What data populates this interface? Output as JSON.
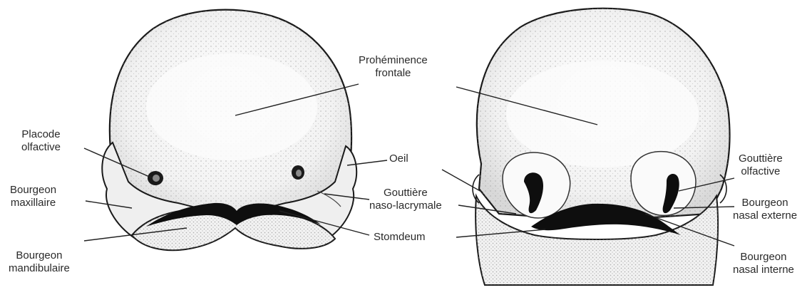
{
  "labels": {
    "frontal": {
      "l1": "Prohéminence",
      "l2": "frontale"
    },
    "placode": {
      "l1": "Placode",
      "l2": "olfactive"
    },
    "maxillaire": {
      "l1": "Bourgeon",
      "l2": "maxillaire"
    },
    "mandibulaire": {
      "l1": "Bourgeon",
      "l2": "mandibulaire"
    },
    "oeil": "Oeil",
    "naso": {
      "l1": "Gouttière",
      "l2": "naso-lacrymale"
    },
    "stomdeum": "Stomdeum",
    "gouttiere_olf": {
      "l1": "Gouttière",
      "l2": "olfactive"
    },
    "nasal_externe": {
      "l1": "Bourgeon",
      "l2": "nasal externe"
    },
    "nasal_interne": {
      "l1": "Bourgeon",
      "l2": "nasal interne"
    }
  },
  "colors": {
    "ink": "#1a1a1a",
    "skin": "#f4f4f4",
    "stipple": "#9a9a9a",
    "line": "#222222"
  }
}
